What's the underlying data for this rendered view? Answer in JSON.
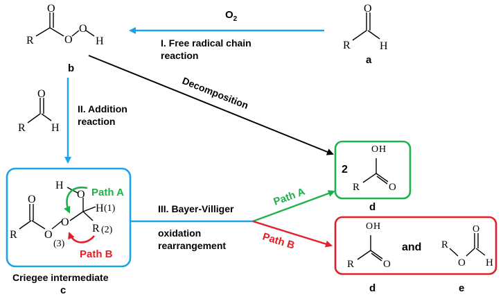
{
  "colors": {
    "blue": "#1aa3e8",
    "green": "#1fb04b",
    "red": "#e41e26",
    "black": "#000000"
  },
  "atoms": {
    "O": "O",
    "H": "H",
    "R": "R"
  },
  "compounds": {
    "a": "a",
    "b": "b",
    "c": "c",
    "d": "d",
    "e": "e"
  },
  "reagent": {
    "o2_main": "O",
    "o2_sub": "2"
  },
  "steps": {
    "step1_line1": "I. Free radical chain",
    "step1_line2": "reaction",
    "step2_line1": "II. Addition",
    "step2_line2": "reaction",
    "step3_line1": "III. Bayer-Villiger",
    "step3_line2": "oxidation",
    "step3_line3": "rearrangement",
    "decomposition": "Decomposition"
  },
  "paths": {
    "a": "Path A",
    "b": "Path B"
  },
  "criegee": {
    "label": "Criegee intermediate",
    "pos1": "(1)",
    "pos2": "(2)",
    "pos3": "(3)"
  },
  "products": {
    "coefficient": "2",
    "and": "and"
  }
}
